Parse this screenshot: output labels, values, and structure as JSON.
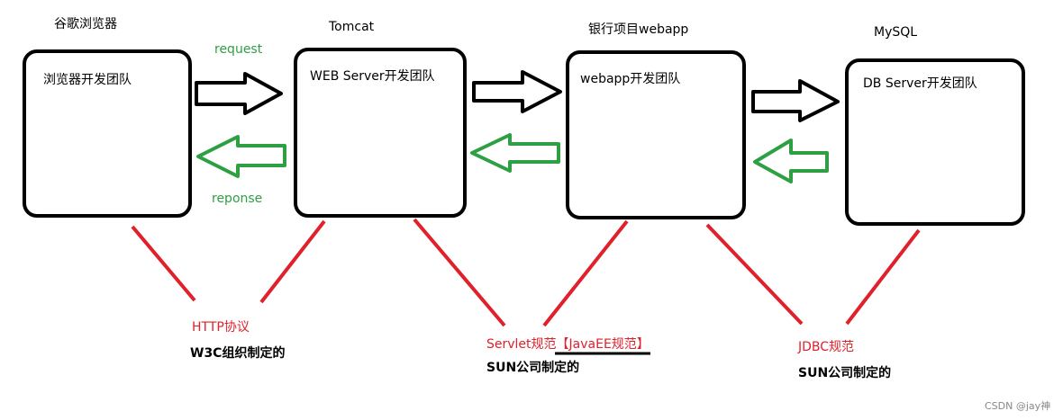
{
  "nodes": [
    {
      "title": "谷歌浏览器",
      "box_label": "浏览器开发团队"
    },
    {
      "title": "Tomcat",
      "box_label": "WEB Server开发团队"
    },
    {
      "title": "银行项目webapp",
      "box_label": "webapp开发团队"
    },
    {
      "title": "MySQL",
      "box_label": "DB Server开发团队"
    }
  ],
  "flow": {
    "request": "request",
    "response": "reponse"
  },
  "specs": [
    {
      "name": "HTTP协议",
      "maker": "W3C组织制定的"
    },
    {
      "name": "Servlet规范",
      "name_suffix": "【JavaEE规范】",
      "maker": "SUN公司制定的"
    },
    {
      "name": "JDBC规范",
      "maker": "SUN公司制定的"
    }
  ],
  "watermark": "CSDN @jay神",
  "colors": {
    "box": "#000000",
    "request_arrow": "#000000",
    "response_arrow": "#2ea043",
    "spec_line": "#e0202a",
    "spec_text": "#e0202a",
    "flow_text": "#2ea043"
  }
}
